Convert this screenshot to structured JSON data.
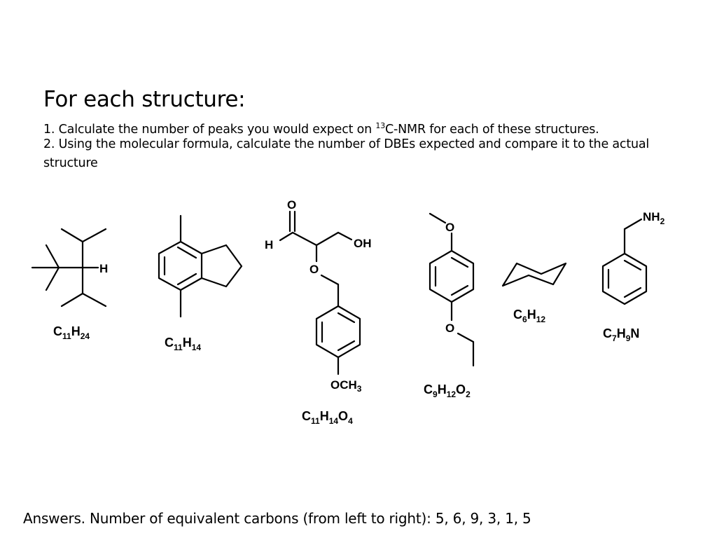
{
  "heading": "For each structure:",
  "instructions": {
    "item1_before": "1. Calculate the number of peaks you would expect on ",
    "item1_sup": "13",
    "item1_after": "C-NMR for each of these structures.",
    "item2": "2. Using the molecular formula, calculate the number of DBEs expected and compare it to the actual structure"
  },
  "structures": [
    {
      "formula": {
        "c": "11",
        "h": "24"
      },
      "labels": {
        "h": "H"
      }
    },
    {
      "formula": {
        "c": "11",
        "h": "14"
      }
    },
    {
      "formula": {
        "c": "11",
        "h": "14",
        "o": "4"
      },
      "labels": {
        "o_top": "O",
        "h": "H",
        "oh": "OH",
        "o_ether": "O",
        "och3": "OCH",
        "och3_sub": "3"
      }
    },
    {
      "formula": {
        "c": "9",
        "h": "12",
        "o": "2"
      },
      "labels": {
        "o_top": "O",
        "o_bottom": "O"
      }
    },
    {
      "formula": {
        "c": "6",
        "h": "12"
      }
    },
    {
      "formula": {
        "c": "7",
        "h": "9",
        "n": "N"
      },
      "labels": {
        "nh2": "NH",
        "nh2_sub": "2"
      }
    }
  ],
  "answers": "Answers.  Number of equivalent carbons (from left to right): 5, 6, 9, 3, 1, 5"
}
